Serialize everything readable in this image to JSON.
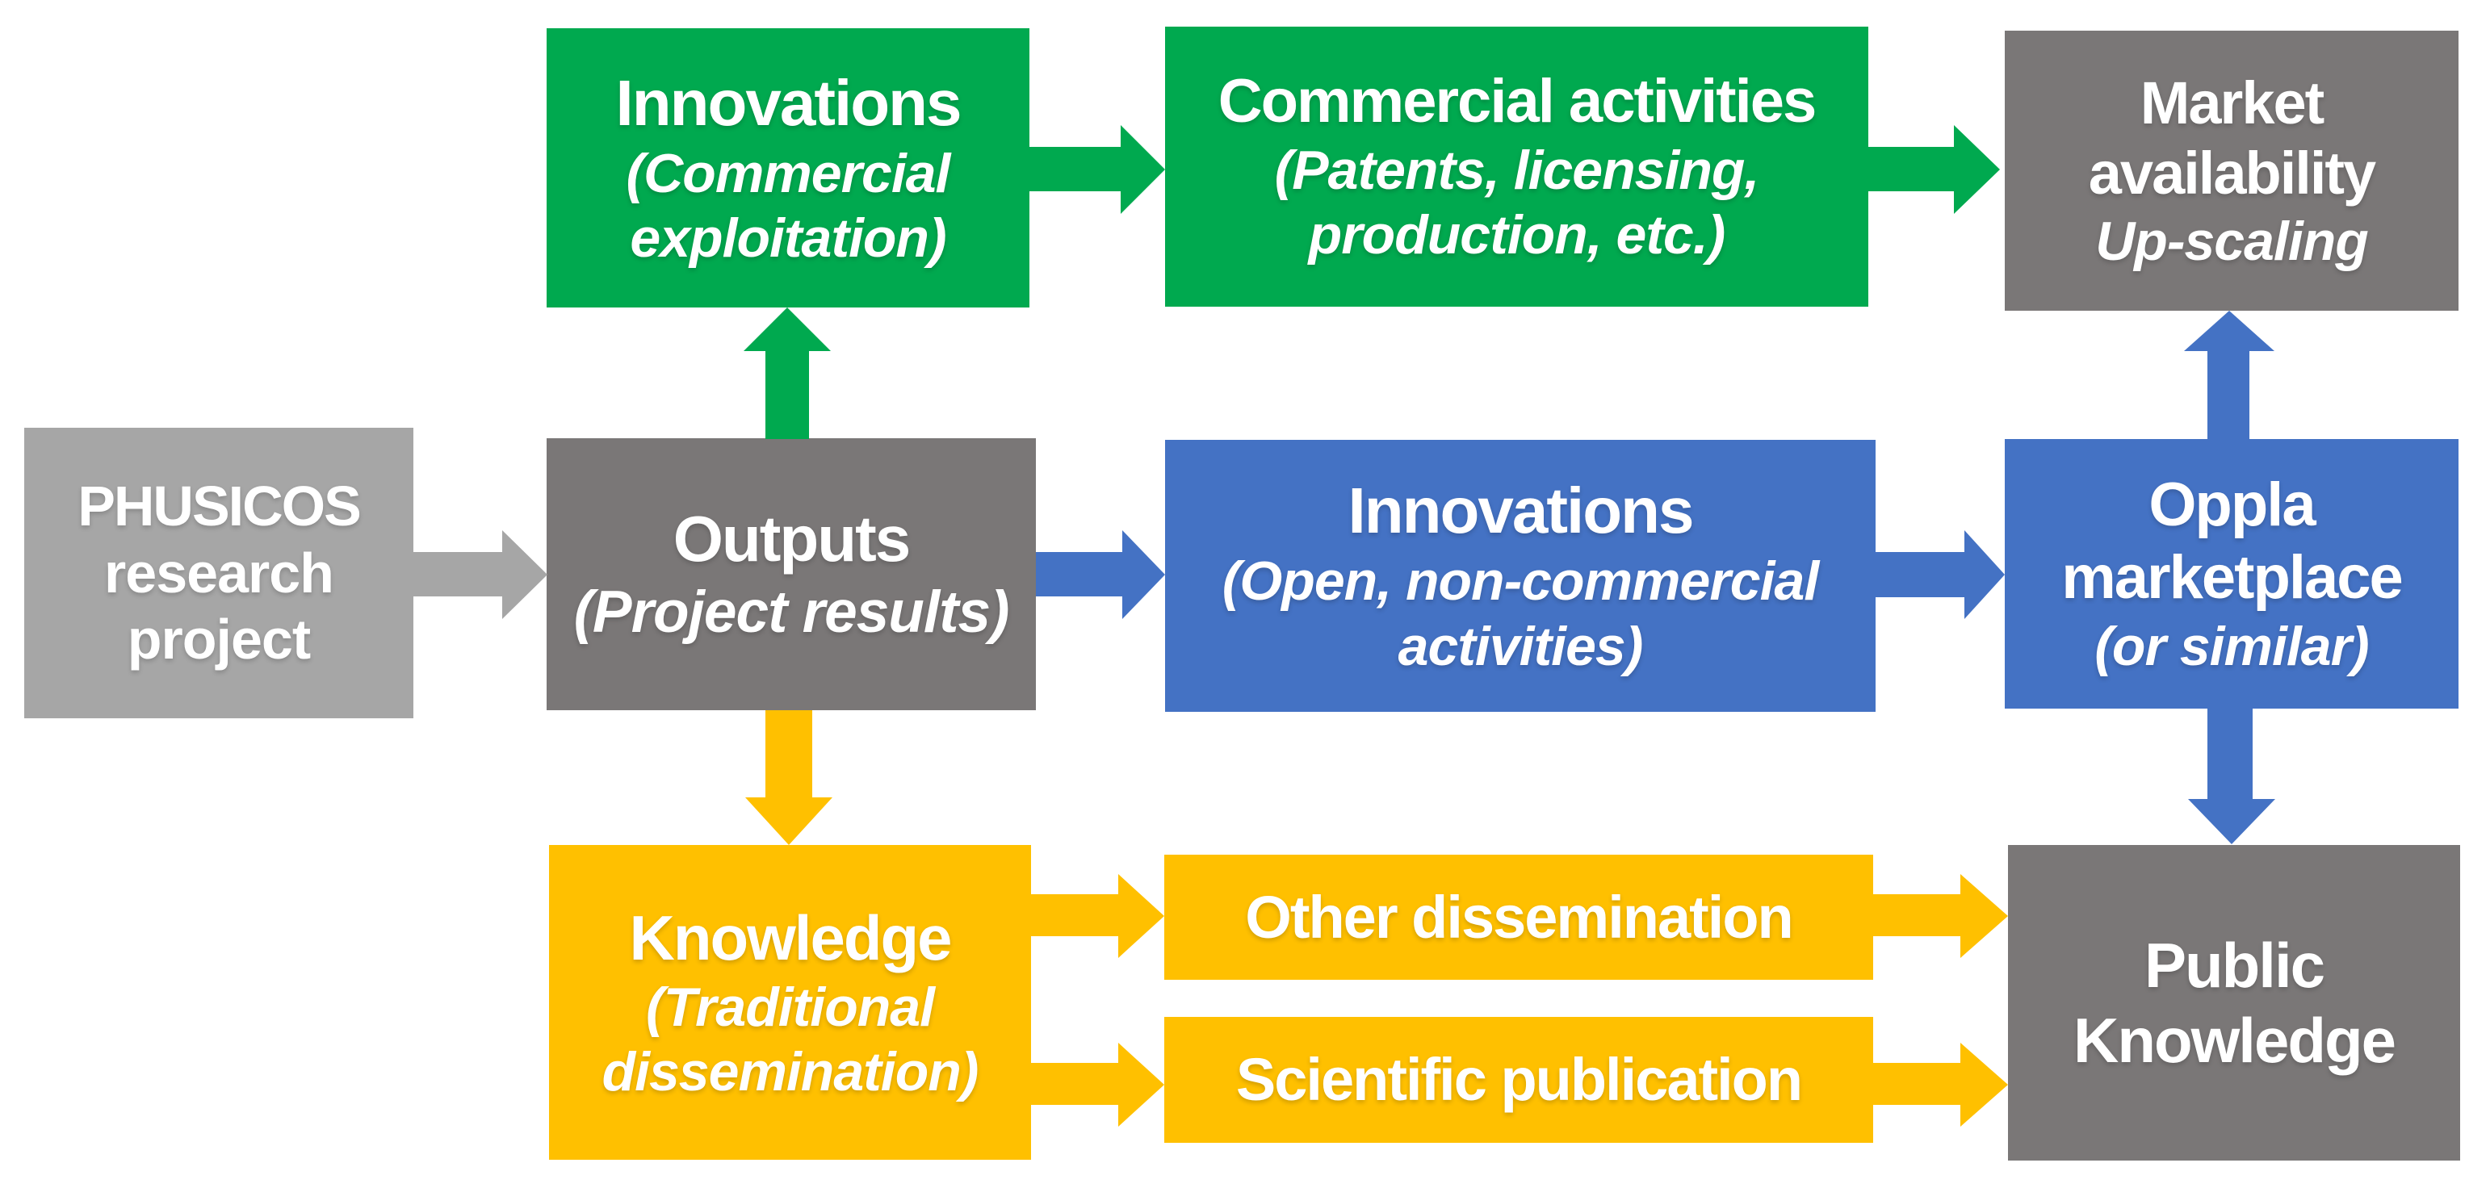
{
  "palette": {
    "green": "#00A94F",
    "blue": "#4472C4",
    "yellow": "#FFC000",
    "light_gray": "#A6A6A6",
    "dark_gray": "#7A7777",
    "text": "#FFFFFF",
    "background": "#FFFFFF"
  },
  "boxes": {
    "phusicos": {
      "title": "PHUSICOS",
      "subtitle": "research project"
    },
    "outputs": {
      "title": "Outputs",
      "subtitle": "(Project results)"
    },
    "innovations_commercial": {
      "title": "Innovations",
      "subtitle": "(Commercial exploitation)"
    },
    "commercial_activities": {
      "title": "Commercial activities",
      "subtitle": "(Patents, licensing, production, etc.)"
    },
    "market_availability": {
      "title": "Market availability",
      "subtitle": "Up-scaling"
    },
    "innovations_open": {
      "title": "Innovations",
      "subtitle": "(Open, non-commercial activities)"
    },
    "oppla_marketplace": {
      "title": "Oppla marketplace",
      "subtitle": "(or similar)"
    },
    "knowledge": {
      "title": "Knowledge",
      "subtitle": "(Traditional dissemination)"
    },
    "other_dissemination": {
      "title": "Other dissemination"
    },
    "scientific_publication": {
      "title": "Scientific publication"
    },
    "public_knowledge": {
      "title": "Public Knowledge"
    }
  },
  "arrows": [
    {
      "from": "PHUSICOS research project",
      "to": "Outputs",
      "color": "gray",
      "direction": "right"
    },
    {
      "from": "Outputs",
      "to": "Innovations (Commercial exploitation)",
      "color": "green",
      "direction": "up"
    },
    {
      "from": "Innovations (Commercial exploitation)",
      "to": "Commercial activities",
      "color": "green",
      "direction": "right"
    },
    {
      "from": "Commercial activities",
      "to": "Market availability",
      "color": "green",
      "direction": "right"
    },
    {
      "from": "Outputs",
      "to": "Innovations (Open, non-commercial activities)",
      "color": "blue",
      "direction": "right"
    },
    {
      "from": "Innovations (Open, non-commercial activities)",
      "to": "Oppla marketplace",
      "color": "blue",
      "direction": "right"
    },
    {
      "from": "Oppla marketplace",
      "to": "Market availability",
      "color": "blue",
      "direction": "up"
    },
    {
      "from": "Oppla marketplace",
      "to": "Public Knowledge",
      "color": "blue",
      "direction": "down"
    },
    {
      "from": "Outputs",
      "to": "Knowledge (Traditional dissemination)",
      "color": "yellow",
      "direction": "down"
    },
    {
      "from": "Knowledge (Traditional dissemination)",
      "to": "Other dissemination",
      "color": "yellow",
      "direction": "right"
    },
    {
      "from": "Knowledge (Traditional dissemination)",
      "to": "Scientific publication",
      "color": "yellow",
      "direction": "right"
    },
    {
      "from": "Other dissemination",
      "to": "Public Knowledge",
      "color": "yellow",
      "direction": "right"
    },
    {
      "from": "Scientific publication",
      "to": "Public Knowledge",
      "color": "yellow",
      "direction": "right"
    }
  ]
}
